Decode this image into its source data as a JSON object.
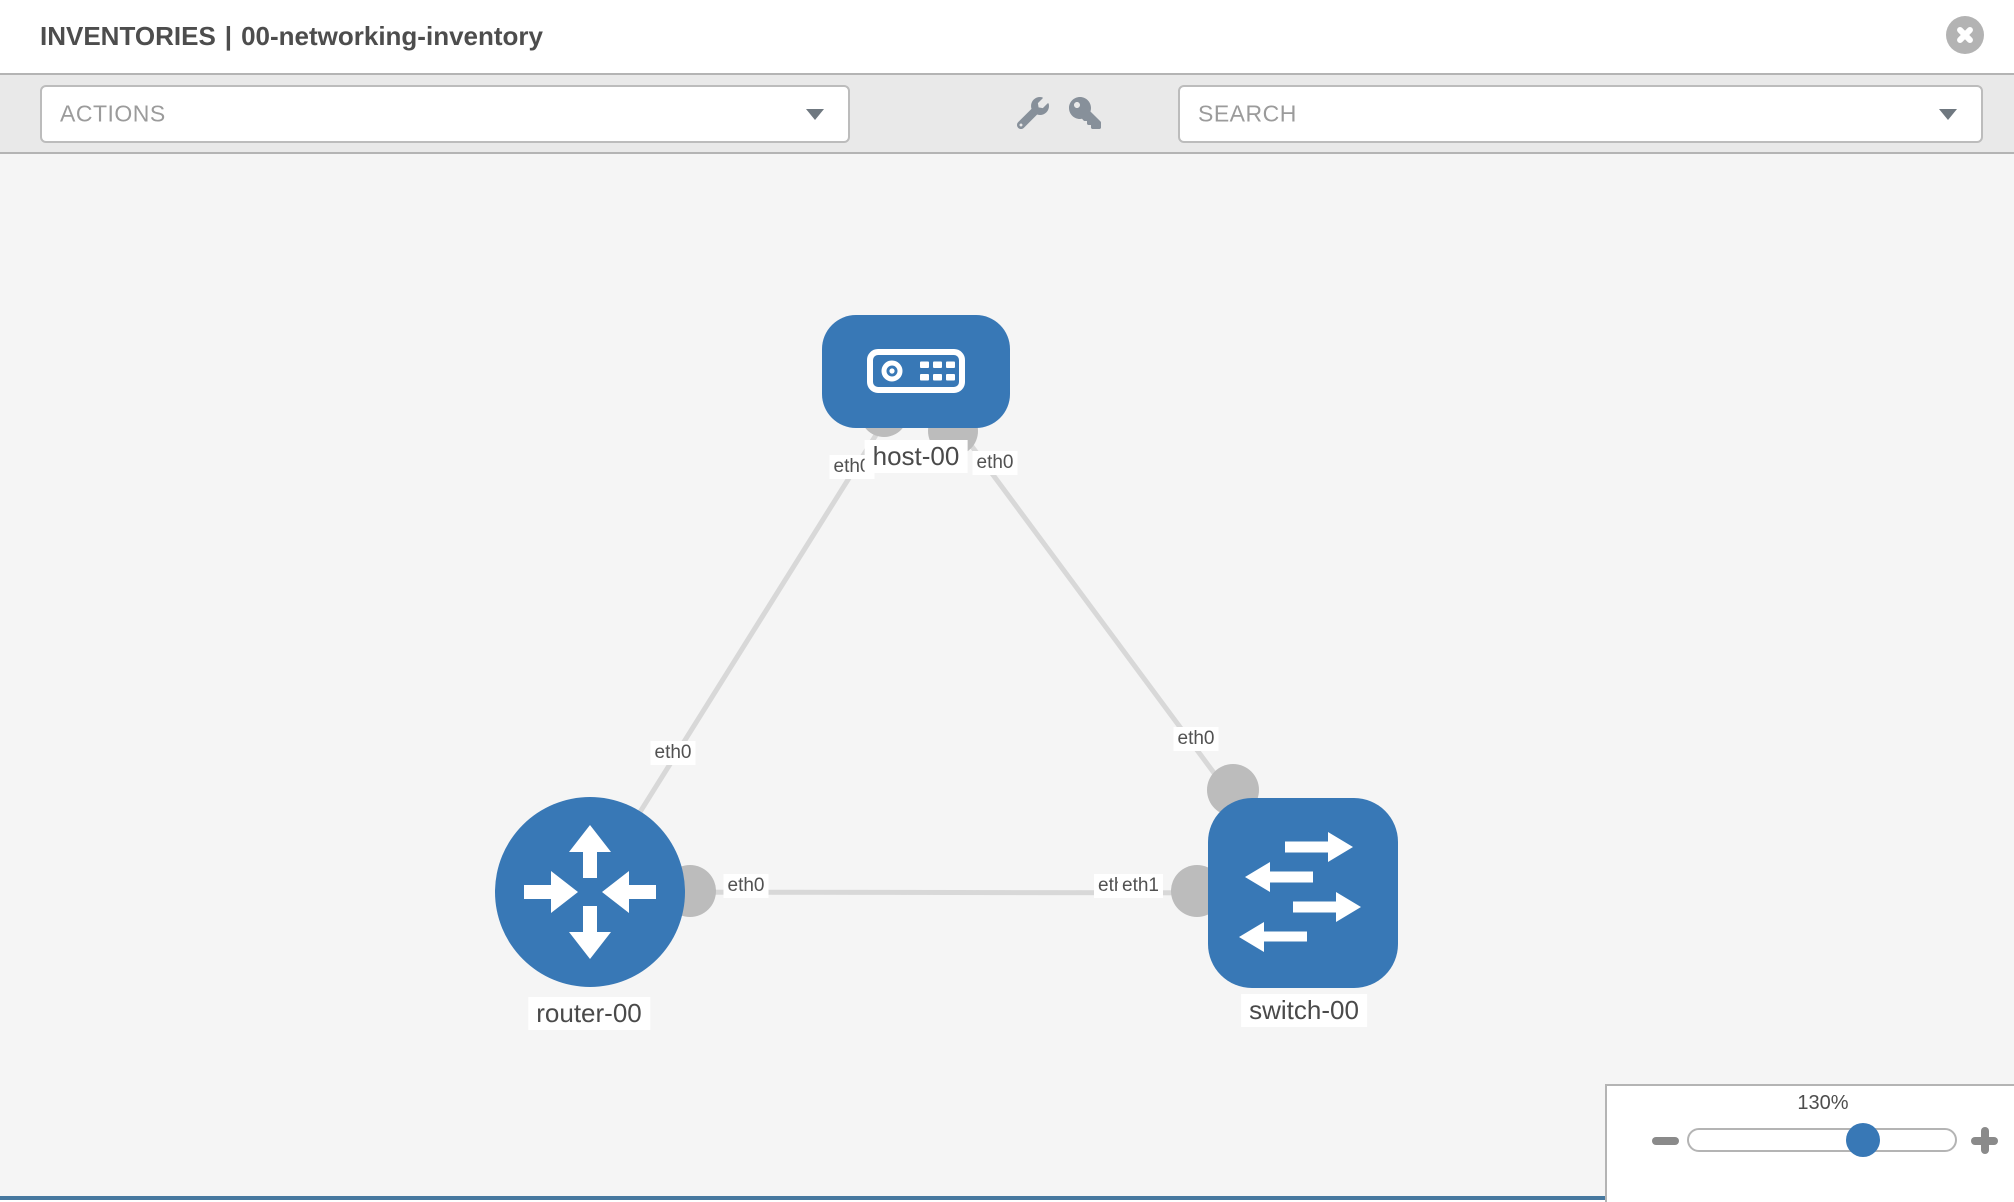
{
  "window": {
    "title_section": "INVENTORIES",
    "title_separator": "|",
    "title_item": "00-networking-inventory"
  },
  "toolbar": {
    "actions_label": "ACTIONS",
    "search_label": "SEARCH",
    "tool_icons": [
      "wrench",
      "key"
    ]
  },
  "diagram": {
    "nodes": [
      {
        "id": "host-00",
        "type": "host",
        "label": "host-00"
      },
      {
        "id": "router-00",
        "type": "router",
        "label": "router-00"
      },
      {
        "id": "switch-00",
        "type": "switch",
        "label": "switch-00"
      }
    ],
    "links": [
      {
        "from": "host-00",
        "to": "router-00",
        "from_interface": "eth0",
        "to_interface": "eth0"
      },
      {
        "from": "host-00",
        "to": "switch-00",
        "from_interface": "eth0",
        "to_interface": "eth0"
      },
      {
        "from": "router-00",
        "to": "switch-00",
        "from_interface": "eth0",
        "to_interface": "eth1"
      }
    ]
  },
  "zoom_control": {
    "level": "130%",
    "value_percent": 130
  },
  "colors": {
    "node_blue": "#3878b6",
    "canvas_bg": "#f5f5f5",
    "toolbar_bg": "#e9e9e9",
    "border": "#b4b4b4",
    "link_gray": "#d8d8d8",
    "endpoint_gray": "#bcbcbc",
    "text_dark": "#4d4d4d",
    "text_muted": "#9b9b9b",
    "bottom_bar": "#46789f"
  }
}
